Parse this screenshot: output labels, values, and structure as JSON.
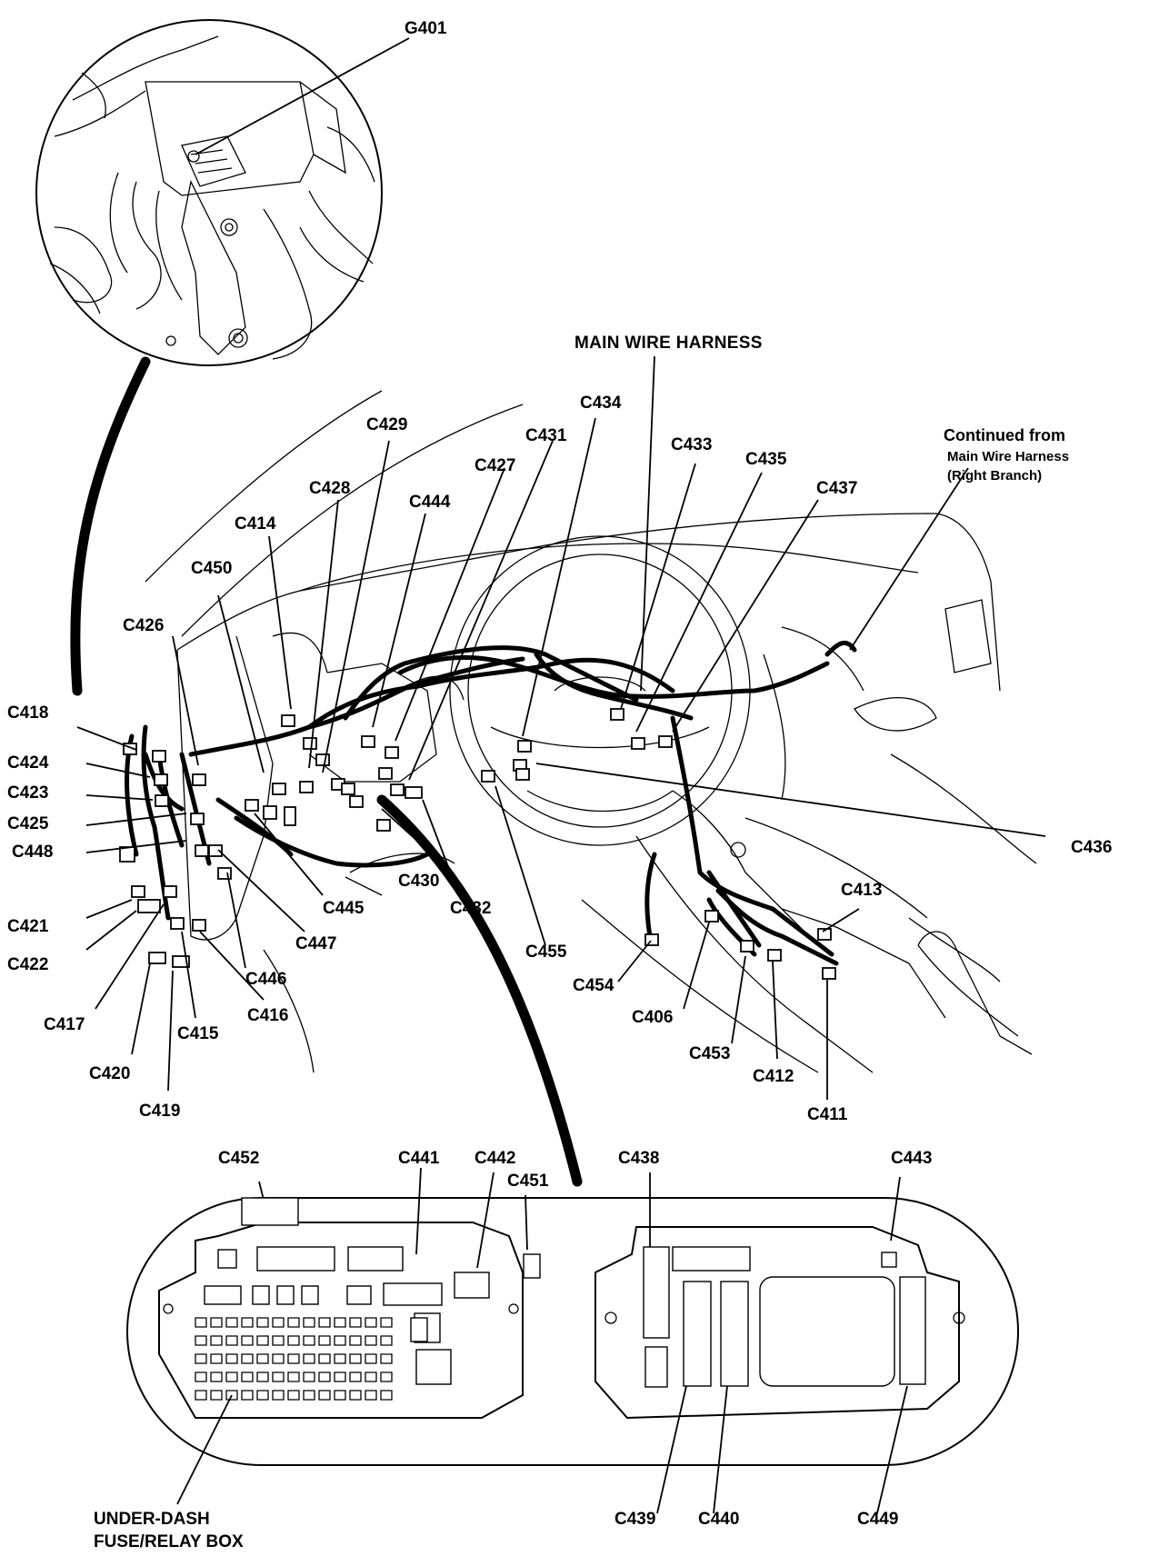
{
  "labels": {
    "g401": "G401",
    "main_wire_harness": "MAIN WIRE HARNESS",
    "continued_from": "Continued from",
    "continued_line2": "Main Wire Harness",
    "continued_line3": "(Right Branch)",
    "fuse_box_line1": "UNDER-DASH",
    "fuse_box_line2": "FUSE/RELAY BOX",
    "c406": "C406",
    "c411": "C411",
    "c412": "C412",
    "c413": "C413",
    "c414": "C414",
    "c415": "C415",
    "c416": "C416",
    "c417": "C417",
    "c418": "C418",
    "c419": "C419",
    "c420": "C420",
    "c421": "C421",
    "c422": "C422",
    "c423": "C423",
    "c424": "C424",
    "c425": "C425",
    "c426": "C426",
    "c427": "C427",
    "c428": "C428",
    "c429": "C429",
    "c430": "C430",
    "c431": "C431",
    "c432": "C432",
    "c433": "C433",
    "c434": "C434",
    "c435": "C435",
    "c436": "C436",
    "c437": "C437",
    "c438": "C438",
    "c439": "C439",
    "c440": "C440",
    "c441": "C441",
    "c442": "C442",
    "c443": "C443",
    "c444": "C444",
    "c445": "C445",
    "c446": "C446",
    "c447": "C447",
    "c448": "C448",
    "c449": "C449",
    "c450": "C450",
    "c451": "C451",
    "c452": "C452",
    "c453": "C453",
    "c454": "C454",
    "c455": "C455"
  }
}
